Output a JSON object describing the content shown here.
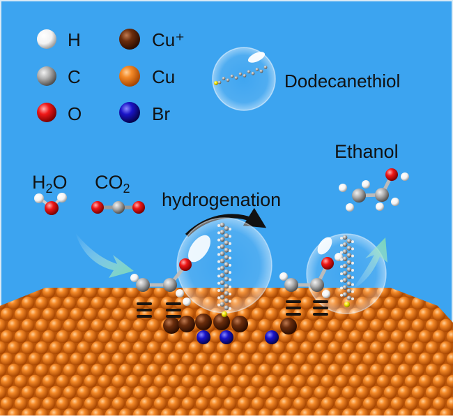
{
  "legend": {
    "items": [
      {
        "symbol": "H",
        "color": "#ffffff"
      },
      {
        "symbol": "C",
        "color": "#b4b4b4"
      },
      {
        "symbol": "O",
        "color": "#ff1a1a"
      },
      {
        "symbol": "Cu⁺",
        "color": "#6b2d0c"
      },
      {
        "symbol": "Cu",
        "color": "#ff7a10"
      },
      {
        "symbol": "Br",
        "color": "#1010c0"
      }
    ],
    "ligand_label": "Dodecanethiol"
  },
  "reactants": {
    "water": {
      "formula": "H",
      "subscript": "2",
      "suffix": "O"
    },
    "co2": {
      "formula": "CO",
      "subscript": "2"
    }
  },
  "process_label": "hydrogenation",
  "product_label": "Ethanol",
  "colors": {
    "background": "#3ca4f0",
    "copper": "#f07818",
    "copper_dark": "#b04e05",
    "cu_plus": "#6b2d0c",
    "bromine": "#1a14b8",
    "carbon": "#a8a8a8",
    "oxygen": "#ee1a1a",
    "sulfur": "#f0e000",
    "arrow_dark": "#111111",
    "arrow_green": "#8fe0c0"
  },
  "icons": [
    "curved-arrow-icon",
    "green-arrow-icon",
    "bubble-icon"
  ]
}
